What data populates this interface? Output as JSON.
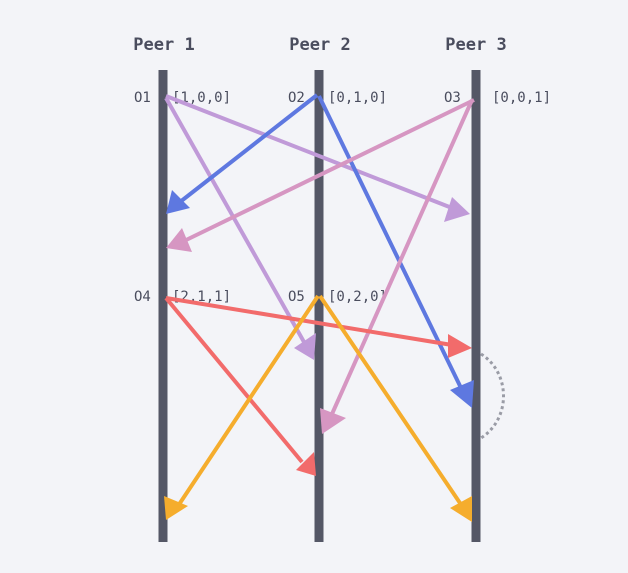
{
  "peers": [
    {
      "id": "peer-1",
      "title": "Peer 1"
    },
    {
      "id": "peer-2",
      "title": "Peer 2"
    },
    {
      "id": "peer-3",
      "title": "Peer 3"
    }
  ],
  "operations": [
    {
      "id": "o1",
      "name": "O1",
      "clock": "[1,0,0]"
    },
    {
      "id": "o2",
      "name": "O2",
      "clock": "[0,1,0]"
    },
    {
      "id": "o3",
      "name": "O3",
      "clock": "[0,0,1]"
    },
    {
      "id": "o4",
      "name": "O4",
      "clock": "[2,1,1]"
    },
    {
      "id": "o5",
      "name": "O5",
      "clock": "[0,2,0]"
    }
  ],
  "colors": {
    "background": "#f3f4f8",
    "timeline": "#545766",
    "text": "#4a4d5e",
    "o1": "#c09ad8",
    "o2": "#5e78e0",
    "o3": "#d696c2",
    "o4": "#f26b6b",
    "o5": "#f5ad2d",
    "concurrent": "#9a9ca6"
  }
}
